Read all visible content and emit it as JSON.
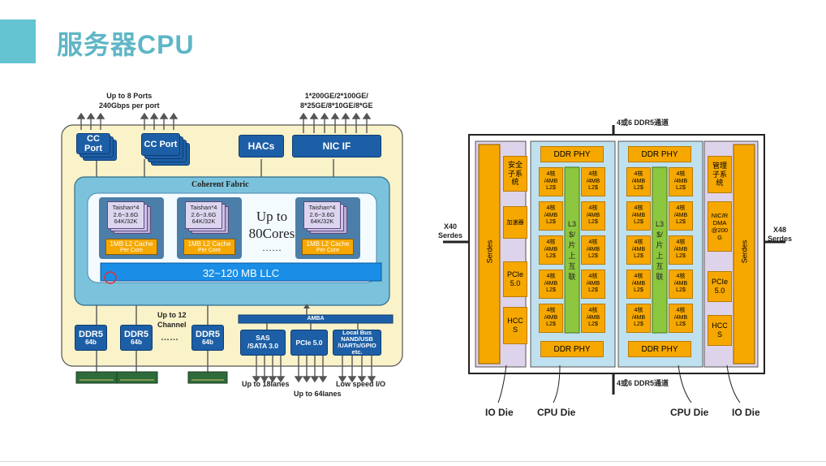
{
  "slide": {
    "title": "服务器CPU"
  },
  "left": {
    "top_left_label": [
      "Up to 8 Ports",
      "240Gbps per port"
    ],
    "top_right_label": [
      "1*200GE/2*100GE/",
      "8*25GE/8*10GE/8*GE"
    ],
    "cc_port": "CC Port",
    "hacs": "HACs",
    "nic_if": "NIC IF",
    "coherent_fabric": "Coherent Fabric",
    "core_text": [
      "Taishan*4",
      "2.6~3.6G",
      "64K/32K"
    ],
    "l2_cache": [
      "1MB L2 Cache",
      "Per Core"
    ],
    "up_to": "Up to",
    "cores": "80Cores",
    "dots": "……",
    "llc": "32~120 MB LLC",
    "ddr5": "DDR5",
    "ddr5_sub": "64b",
    "up_to_12": "Up to 12",
    "channel": "Channel",
    "ddr_dots": "……",
    "amba": "AMBA",
    "sas": [
      "SAS",
      "/SATA 3.0"
    ],
    "pcie": "PCIe 5.0",
    "local_bus": [
      "Local Bus",
      "NAND/USB",
      "/UARTs/GPIO",
      "etc."
    ],
    "bottom1": "Up to 18lanes",
    "bottom2": "Up to 64lanes",
    "bottom3": "Low speed I/O"
  },
  "right": {
    "ddr_top": "4或6 DDR5通道",
    "ddr_bottom": "4或6 DDR5通道",
    "x40": [
      "X40",
      "Serdes"
    ],
    "x48": [
      "X48",
      "Serdes"
    ],
    "serdes": "Serdes",
    "security": [
      "安全",
      "子系",
      "统"
    ],
    "accel": "加速器",
    "pcie": [
      "PCIe",
      "5.0"
    ],
    "hccs": [
      "HCC",
      "S"
    ],
    "mgmt": [
      "管理",
      "子系",
      "统"
    ],
    "nic": [
      "NIC/R",
      "DMA",
      "@200",
      "G"
    ],
    "ddr_phy": "DDR PHY",
    "l3": [
      "L3",
      "$/",
      "片",
      "上",
      "互",
      "联"
    ],
    "core_cell": [
      "4核",
      "/4MB",
      "L2$"
    ],
    "io_die": "IO Die",
    "cpu_die": "CPU Die"
  }
}
